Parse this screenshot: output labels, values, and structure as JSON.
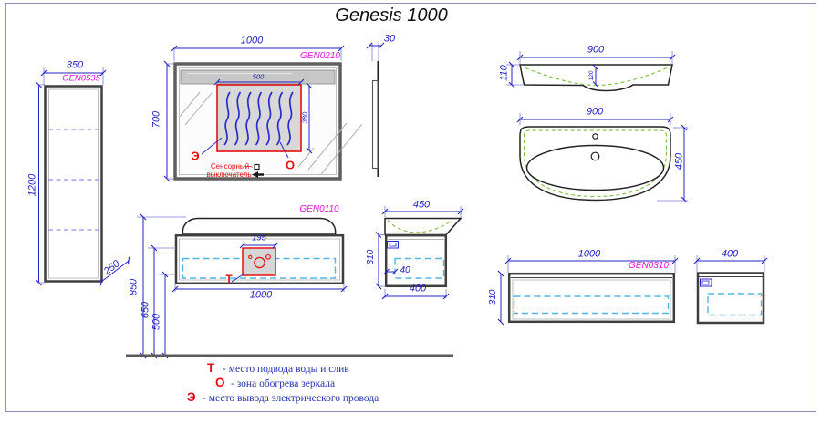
{
  "title": "Genesis 1000",
  "colors": {
    "dimension": "#2323c3",
    "product_code": "#e313d6",
    "alert": "#e31212",
    "hidden_line": "#56b5e2",
    "ceramic_guide": "#7cc244"
  },
  "units": {
    "tall_cabinet": {
      "code": "GEN0535",
      "width": "350",
      "height": "1200",
      "depth": "250"
    },
    "mirror": {
      "code": "GEN0210",
      "width": "1000",
      "height": "700",
      "depth": "30",
      "heat_width": "500",
      "heat_height": "380",
      "symbol_electric": "Э",
      "symbol_heat": "О",
      "sensor_line1": "Сенсорный",
      "sensor_line2": "выключатель"
    },
    "washbasin": {
      "width_side": "900",
      "height_side": "110",
      "bowl_depth": "120",
      "width_top": "900",
      "depth_top": "450"
    },
    "vanity": {
      "code": "GEN0110",
      "width": "1000",
      "zone_width": "195",
      "symbol_water": "Т",
      "height_total": "850",
      "height_zone_top": "650",
      "height_zone_bottom": "500",
      "side_depth_top": "450",
      "side_height": "310",
      "side_depth": "400",
      "side_gap": "40"
    },
    "drawer_unit": {
      "code": "GEN0310",
      "width": "1000",
      "height": "310",
      "depth": "400"
    }
  },
  "legend": {
    "water": {
      "symbol": "Т",
      "text": "-  место подвода воды и слив"
    },
    "heat": {
      "symbol": "О",
      "text": "-  зона обогрева зеркала"
    },
    "electric": {
      "symbol": "Э",
      "text": "-  место вывода электрического провода"
    }
  }
}
